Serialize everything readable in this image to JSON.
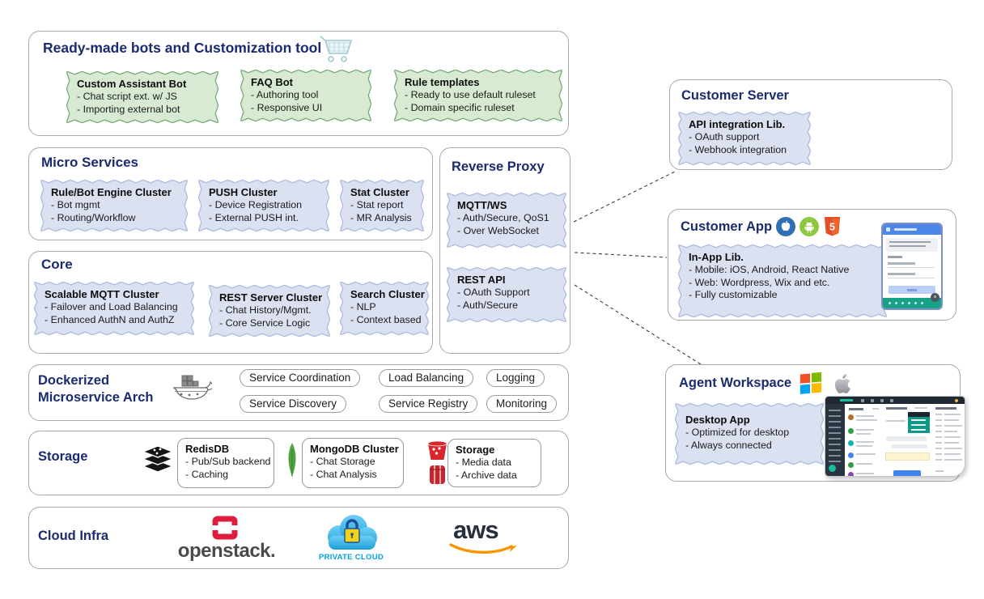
{
  "colors": {
    "title_navy": "#1a2b70",
    "green_fill": "#d9ead3",
    "green_border": "#76a97a",
    "blue_fill": "#dce1f1",
    "blue_border": "#a9bcdc",
    "aws_orange": "#f79400",
    "openstack_red": "#e01b3c",
    "mongo_green": "#4fa342",
    "redis_dark": "#151515",
    "storage_red": "#d8262c"
  },
  "ready": {
    "title": "Ready-made bots and Customization tool",
    "icon": "shopping-cart-icon",
    "boxes": [
      {
        "title": "Custom Assistant Bot",
        "items": [
          "- Chat script ext. w/ JS",
          "- Importing external bot"
        ]
      },
      {
        "title": "FAQ Bot",
        "items": [
          "- Authoring tool",
          "- Responsive UI"
        ]
      },
      {
        "title": "Rule templates",
        "items": [
          "- Ready to use default ruleset",
          "- Domain specific ruleset"
        ]
      }
    ]
  },
  "micro": {
    "title": "Micro Services",
    "boxes": [
      {
        "title": "Rule/Bot Engine Cluster",
        "items": [
          "- Bot mgmt",
          "- Routing/Workflow"
        ]
      },
      {
        "title": "PUSH Cluster",
        "items": [
          "- Device Registration",
          "- External PUSH int."
        ]
      },
      {
        "title": "Stat Cluster",
        "items": [
          "- Stat report",
          "- MR Analysis"
        ]
      }
    ]
  },
  "rproxy": {
    "title": "Reverse Proxy",
    "boxes": [
      {
        "title": "MQTT/WS",
        "items": [
          "- Auth/Secure, QoS1",
          "- Over WebSocket"
        ]
      },
      {
        "title": "REST API",
        "items": [
          "- OAuth Support",
          "- Auth/Secure"
        ]
      }
    ]
  },
  "core": {
    "title": "Core",
    "boxes": [
      {
        "title": "Scalable MQTT Cluster",
        "items": [
          "- Failover and Load Balancing",
          "- Enhanced AuthN and AuthZ"
        ]
      },
      {
        "title": "REST Server Cluster",
        "items": [
          "- Chat History/Mgmt.",
          "- Core Service Logic"
        ]
      },
      {
        "title": "Search Cluster",
        "items": [
          "- NLP",
          "- Context based"
        ]
      }
    ]
  },
  "docker": {
    "title_line1": "Dockerized",
    "title_line2": "Microservice Arch",
    "icon": "docker-whale-icon",
    "pills": [
      "Service Coordination",
      "Load Balancing",
      "Logging",
      "Service Discovery",
      "Service Registry",
      "Monitoring"
    ]
  },
  "storage": {
    "title": "Storage",
    "groups": [
      {
        "icon": "redis-icon",
        "title": "RedisDB",
        "items": [
          "- Pub/Sub backend",
          "- Caching"
        ]
      },
      {
        "icon": "mongodb-leaf-icon",
        "title": "MongoDB Cluster",
        "items": [
          "- Chat Storage",
          "- Chat Analysis"
        ]
      },
      {
        "icon": "media-bucket-icon / archive-barrel-icon",
        "title": "Storage",
        "items": [
          "- Media data",
          "- Archive data"
        ]
      }
    ]
  },
  "cloud": {
    "title": "Cloud Infra",
    "openstack_label": "openstack.",
    "private_cloud_label": "PRIVATE CLOUD",
    "aws_label": "aws"
  },
  "customer_server": {
    "title": "Customer Server",
    "box": {
      "title": "API integration Lib.",
      "items": [
        "- OAuth support",
        "- Webhook integration"
      ]
    }
  },
  "customer_app": {
    "title": "Customer App",
    "icons": [
      "apple-circle-icon",
      "android-circle-icon",
      "html5-icon"
    ],
    "box": {
      "title": "In-App Lib.",
      "items": [
        "- Mobile: iOS, Android, React Native",
        "- Web: Wordpress, Wix and etc.",
        "- Fully customizable"
      ]
    },
    "screenshot": "mobile-app-screenshot"
  },
  "agent_workspace": {
    "title": "Agent Workspace",
    "icons": [
      "windows-icon",
      "apple-icon"
    ],
    "box": {
      "title": "Desktop App",
      "items": [
        "- Optimized for desktop",
        "- Always connected"
      ]
    },
    "screenshot": "desktop-app-screenshot"
  }
}
